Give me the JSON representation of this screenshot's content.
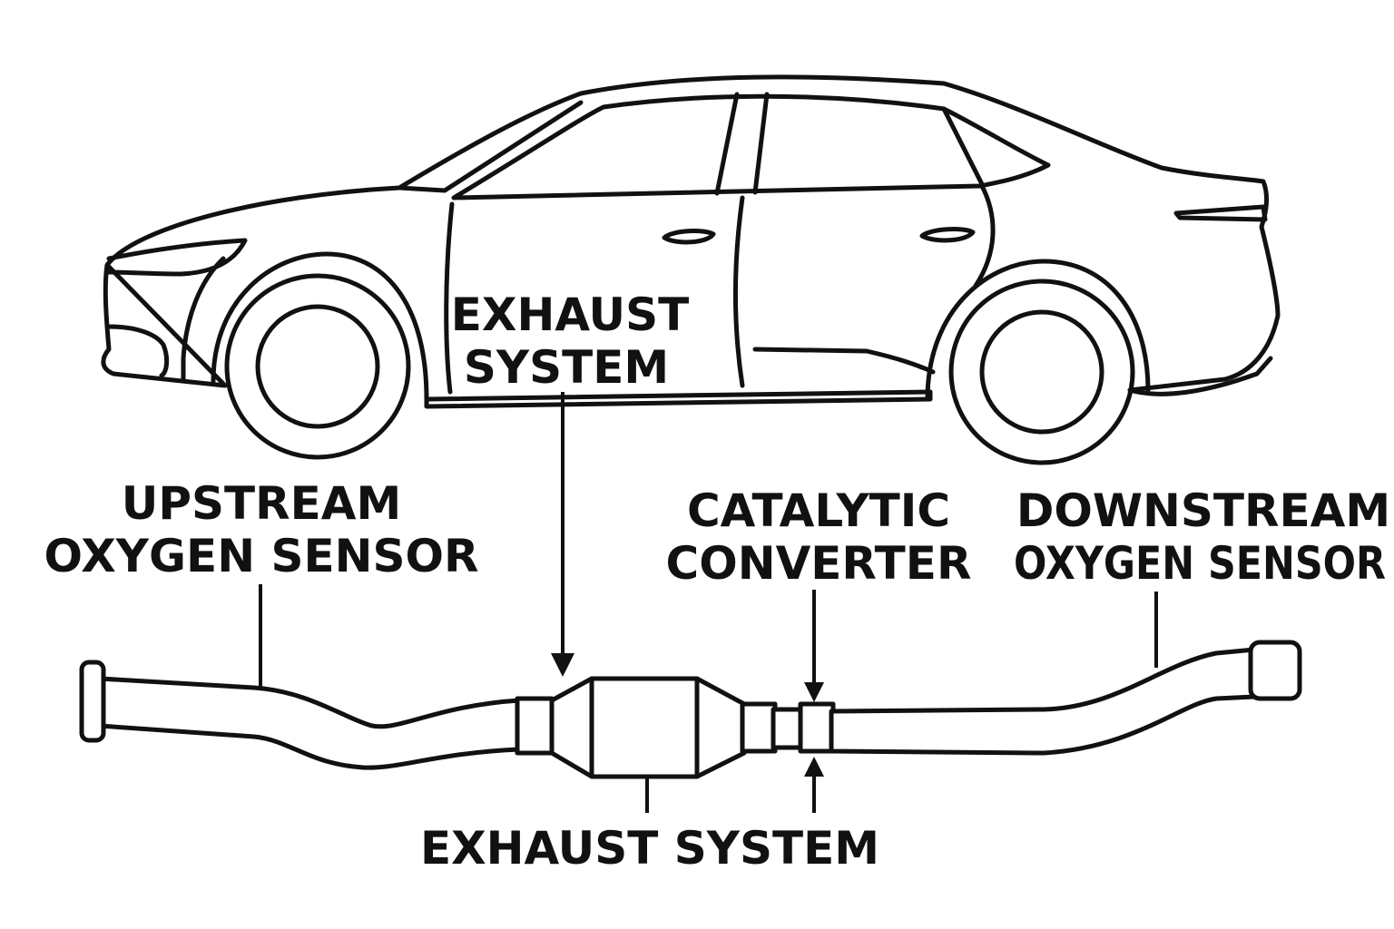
{
  "labels": {
    "car_exhaust_line1": "EXHAUST",
    "car_exhaust_line2": "SYSTEM",
    "upstream_line1": "UPSTREAM",
    "upstream_line2": "OXYGEN SENSOR",
    "catalytic_line1": "CATALYTIC",
    "catalytic_line2": "CONVERTER",
    "downstream_line1": "DOWNSTREAM",
    "downstream_line2": "OXYGEN SENSOR",
    "bottom_exhaust": "EXHAUST SYSTEM"
  },
  "colors": {
    "line": "#111111",
    "background": "#ffffff"
  }
}
